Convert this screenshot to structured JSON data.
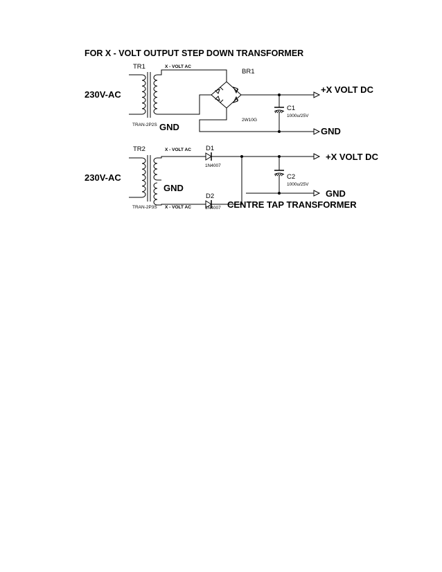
{
  "title": "FOR  X - VOLT OUTPUT STEP DOWN TRANSFORMER",
  "circuit1": {
    "transformer_ref": "TR1",
    "transformer_part": "TRAN-2P2S",
    "input_label": "230V-AC",
    "secondary_label": "X - VOLT AC",
    "gnd_label": "GND",
    "bridge_ref": "BR1",
    "bridge_part": "2W10G",
    "cap_ref": "C1",
    "cap_value": "1000u/25V",
    "output_pos": "+X VOLT DC",
    "output_gnd": "GND"
  },
  "circuit2": {
    "transformer_ref": "TR2",
    "transformer_part": "TRAN-2P3S",
    "input_label": "230V-AC",
    "secondary_top_label": "X - VOLT AC",
    "secondary_bottom_label": "X - VOLT AC",
    "center_gnd_label": "GND",
    "diode1_ref": "D1",
    "diode1_part": "1N4007",
    "diode2_ref": "D2",
    "diode2_part": "1N4007",
    "cap_ref": "C2",
    "cap_value": "1000u/25V",
    "output_pos": "+X VOLT DC",
    "output_gnd": "GND",
    "caption": "CENTRE TAP TRANSFORMER"
  }
}
